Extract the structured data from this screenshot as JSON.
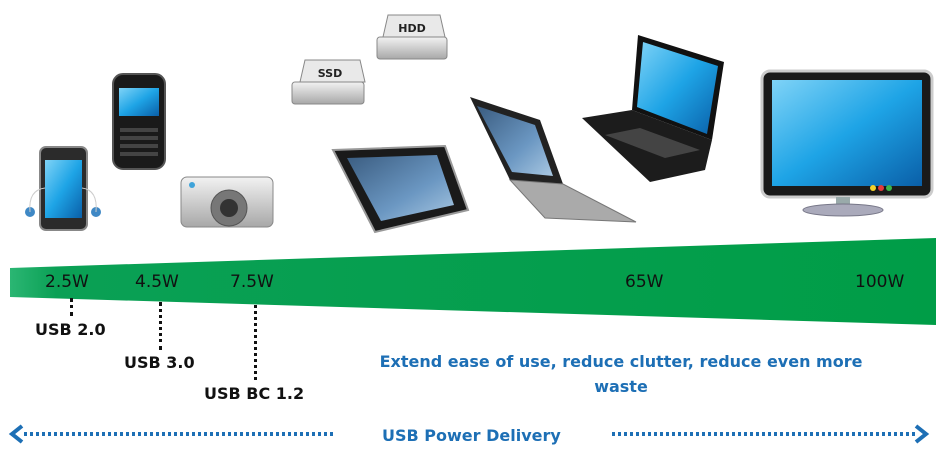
{
  "power_scale": {
    "levels": [
      {
        "label": "2.5W",
        "standard": "USB 2.0"
      },
      {
        "label": "4.5W",
        "standard": "USB 3.0"
      },
      {
        "label": "7.5W",
        "standard": "USB BC 1.2"
      },
      {
        "label": "65W",
        "standard": ""
      },
      {
        "label": "100W",
        "standard": ""
      }
    ],
    "bar_color": "#009d47"
  },
  "devices": [
    {
      "name": "media-player"
    },
    {
      "name": "smartphone"
    },
    {
      "name": "camera"
    },
    {
      "name": "ssd",
      "label": "SSD"
    },
    {
      "name": "hdd",
      "label": "HDD"
    },
    {
      "name": "tablet"
    },
    {
      "name": "ultrabook"
    },
    {
      "name": "laptop"
    },
    {
      "name": "monitor"
    }
  ],
  "message": "Extend ease of use, reduce clutter, reduce even more waste",
  "footer": {
    "label": "USB Power Delivery",
    "accent_color": "#1d6fb5"
  }
}
